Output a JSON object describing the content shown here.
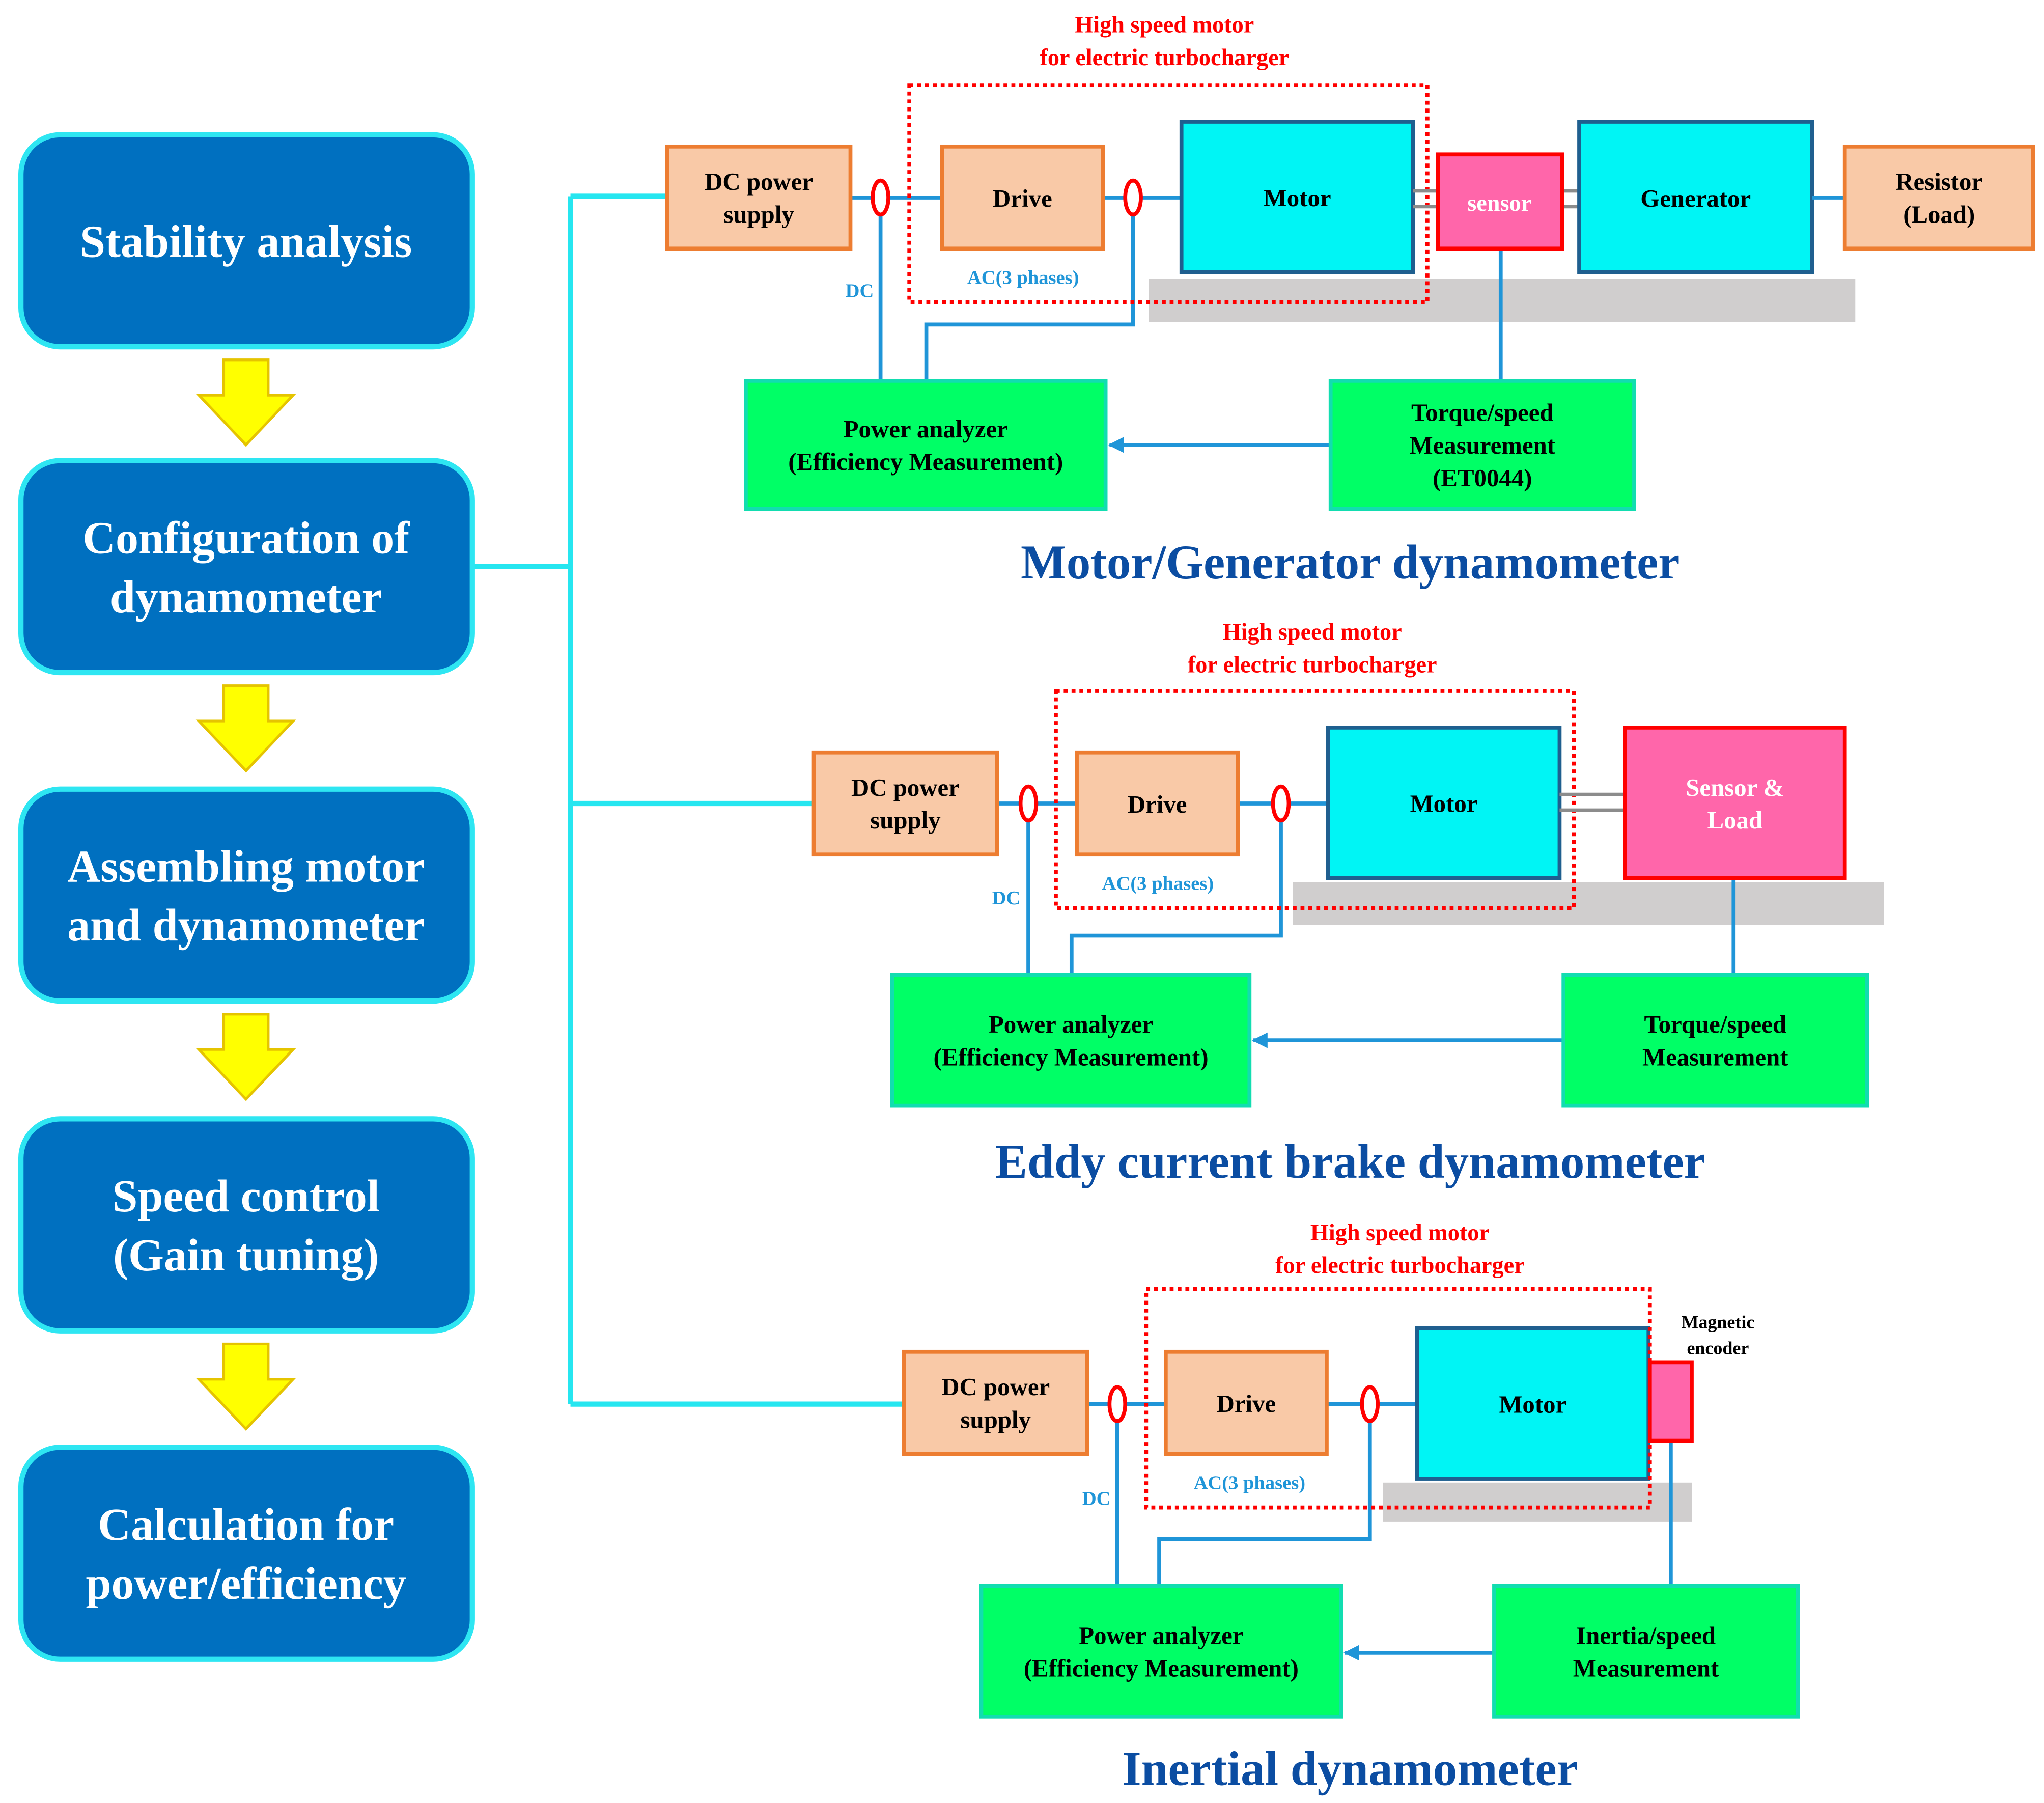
{
  "flow_steps": [
    {
      "lines": [
        "Stability analysis"
      ]
    },
    {
      "lines": [
        "Configuration of",
        "dynamometer"
      ]
    },
    {
      "lines": [
        "Assembling motor",
        "and dynamometer"
      ]
    },
    {
      "lines": [
        "Speed control",
        "(Gain tuning)"
      ]
    },
    {
      "lines": [
        "Calculation for",
        "power/efficiency"
      ]
    }
  ],
  "dynamometers": [
    {
      "title": "Motor/Generator dynamometer",
      "motor_label": [
        "High speed motor",
        "for electric turbocharger"
      ],
      "dc_supply": [
        "DC power",
        "supply"
      ],
      "drive": "Drive",
      "motor": "Motor",
      "sensor": "sensor",
      "generator": "Generator",
      "resistor": [
        "Resistor",
        "(Load)"
      ],
      "dc_label": "DC",
      "ac_label": "AC(3 phases)",
      "power_analyzer": [
        "Power analyzer",
        "(Efficiency Measurement)"
      ],
      "measurement": [
        "Torque/speed",
        "Measurement",
        "(ET0044)"
      ]
    },
    {
      "title": "Eddy current brake dynamometer",
      "motor_label": [
        "High speed motor",
        "for electric turbocharger"
      ],
      "dc_supply": [
        "DC power",
        "supply"
      ],
      "drive": "Drive",
      "motor": "Motor",
      "sensor_load": [
        "Sensor &",
        "Load"
      ],
      "dc_label": "DC",
      "ac_label": "AC(3 phases)",
      "power_analyzer": [
        "Power analyzer",
        "(Efficiency Measurement)"
      ],
      "measurement": [
        "Torque/speed",
        "Measurement"
      ]
    },
    {
      "title": "Inertial dynamometer",
      "motor_label": [
        "High speed motor",
        "for electric turbocharger"
      ],
      "dc_supply": [
        "DC power",
        "supply"
      ],
      "drive": "Drive",
      "motor": "Motor",
      "encoder_label": [
        "Magnetic",
        "encoder"
      ],
      "dc_label": "DC",
      "ac_label": "AC(3 phases)",
      "power_analyzer": [
        "Power analyzer",
        "(Efficiency Measurement)"
      ],
      "measurement": [
        "Inertia/speed",
        "Measurement"
      ]
    }
  ],
  "colors": {
    "step_fill": "#0070C0",
    "step_border": "#2EE6F2",
    "arrow_fill": "#FFFF00",
    "arrow_stroke": "#E5C400",
    "peach_fill": "#F9C9A7",
    "peach_stroke": "#ED7D31",
    "cyan_fill": "#00F5F5",
    "cyan_stroke": "#1F5F8F",
    "pink_fill": "#FF66AA",
    "red": "#FF0000",
    "green_fill": "#00FF66",
    "green_stroke": "#12DDB0",
    "wire": "#1F95D8",
    "bus": "#26E6F0",
    "base_gray": "#D0CECE",
    "title_blue": "#0B4DA2"
  }
}
